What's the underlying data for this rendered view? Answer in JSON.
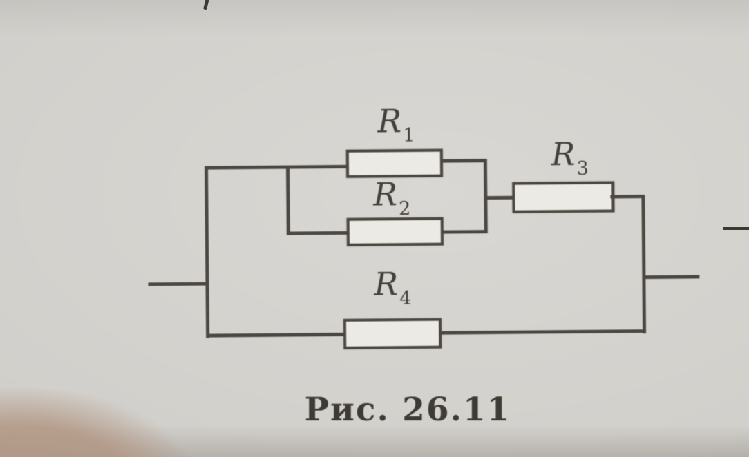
{
  "figure": {
    "caption": "Рис. 26.11",
    "kind": "resistor network circuit diagram, photographed book page",
    "topology": "R1 parallel with R2, that pair in series with R3; the chain is in parallel with R4 between the left and right terminals"
  },
  "labels": {
    "r1": {
      "symbol": "R",
      "subscript": "1"
    },
    "r2": {
      "symbol": "R",
      "subscript": "2"
    },
    "r3": {
      "symbol": "R",
      "subscript": "3"
    },
    "r4": {
      "symbol": "R",
      "subscript": "4"
    }
  },
  "colors": {
    "ink": "#4c4741",
    "paper": "#cfcdc8",
    "resistor_fill": "#eceae5",
    "caption_ink": "#3e3a34",
    "corner_shadow_blob": "#b29784"
  }
}
